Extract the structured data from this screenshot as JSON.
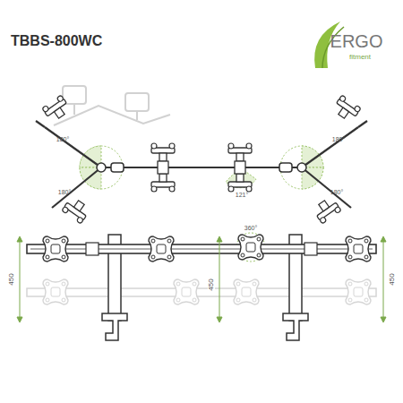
{
  "diagram": {
    "title": "TBBS-800WC",
    "labels": [
      "ERGO",
      "fitment",
      "180°",
      "180°",
      "121°",
      "180°",
      "180°",
      "360°",
      "450",
      "450",
      "450"
    ]
  }
}
